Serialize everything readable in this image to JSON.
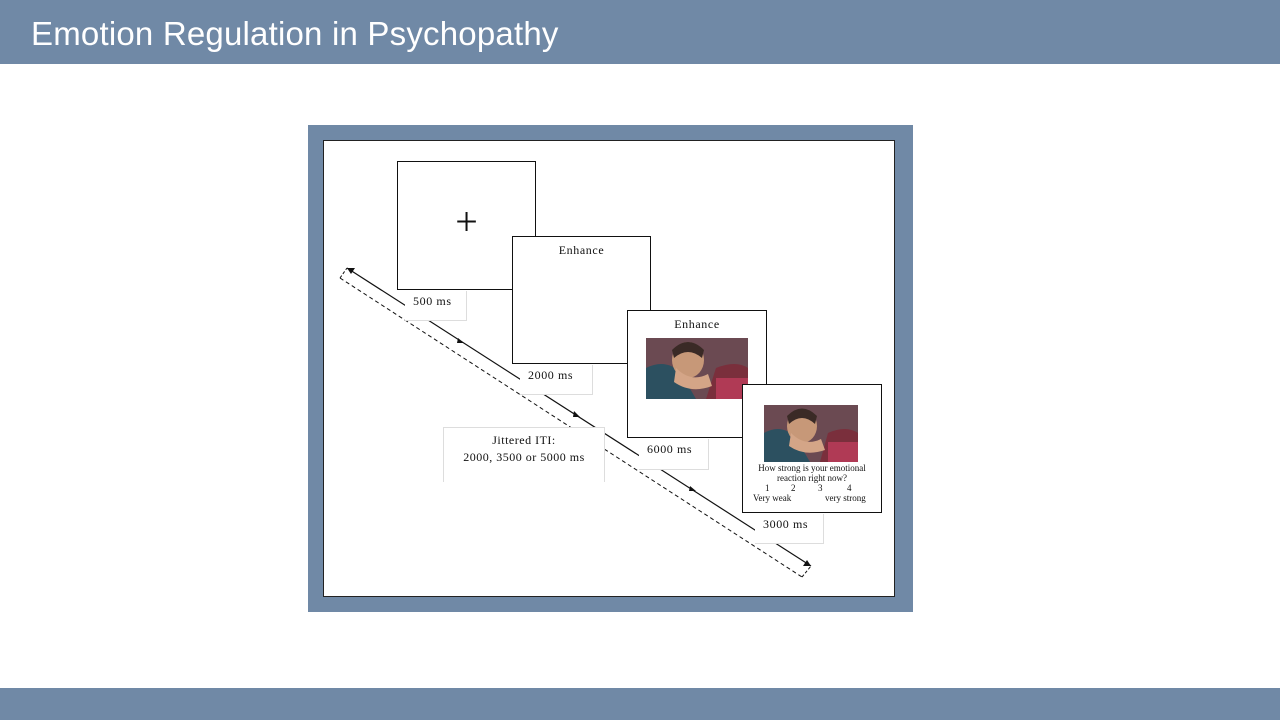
{
  "slide": {
    "title": "Emotion Regulation in Psychopathy"
  },
  "colors": {
    "bar": "#7089a6",
    "frame": "#7089a6"
  },
  "diagram": {
    "fixation_symbol": "+",
    "screen2_label": "Enhance",
    "screen3_label": "Enhance",
    "durations": {
      "fixation": "500 ms",
      "instruction": "2000 ms",
      "picture": "6000 ms",
      "rating": "3000 ms"
    },
    "iti_line1": "Jittered ITI:",
    "iti_line2": "2000, 3500 or 5000 ms",
    "rating": {
      "question_line1": "How strong is your emotional",
      "question_line2": "reaction right now?",
      "scale": [
        "1",
        "2",
        "3",
        "4"
      ],
      "low_anchor": "Very weak",
      "high_anchor": "very strong"
    },
    "photo_icon": "distressed-person-photo"
  }
}
